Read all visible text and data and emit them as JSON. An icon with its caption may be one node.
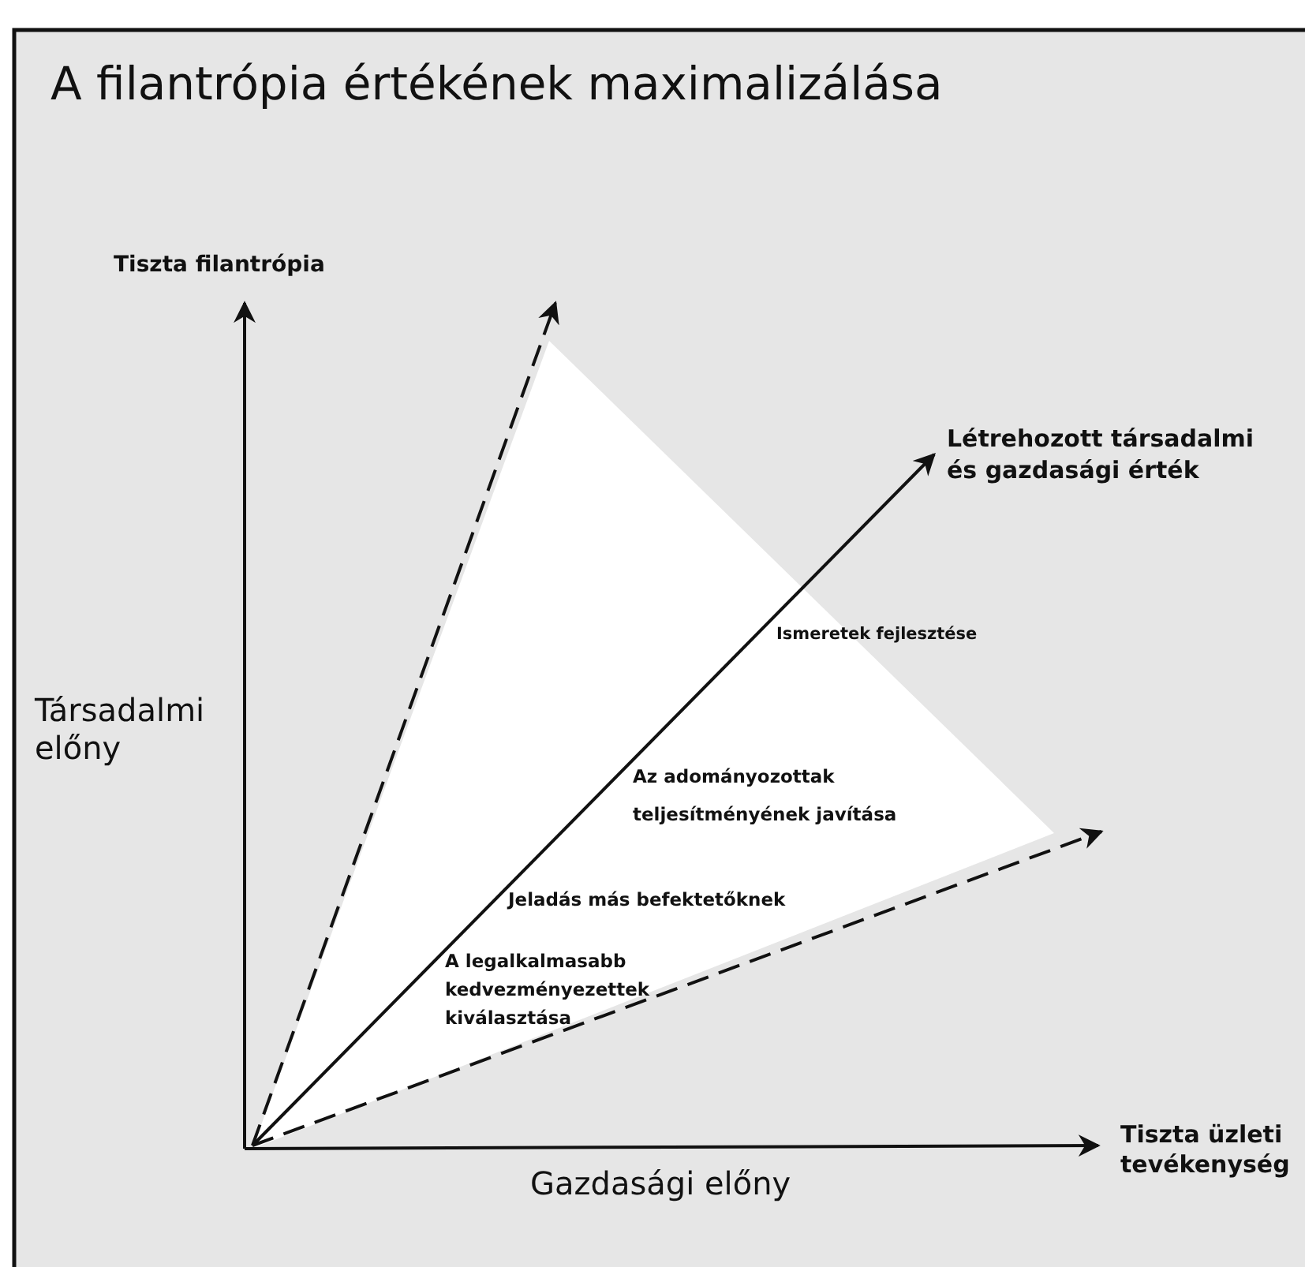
{
  "diagram": {
    "title": "A filantrópia értékének maximalizálása",
    "labels": [
      "Tiszta filantrópia",
      "Létrehozott társadalmi és gazdasági érték",
      "Társadalmi előny",
      "Ismeretek fejlesztése",
      "Az adományozottak teljesítményének javítása",
      "Jeladás más befektetőknek",
      "A legalkalmasabb kedvezményezettek kiválasztása",
      "Tiszta üzleti tevékenység",
      "Gazdasági előny"
    ]
  }
}
